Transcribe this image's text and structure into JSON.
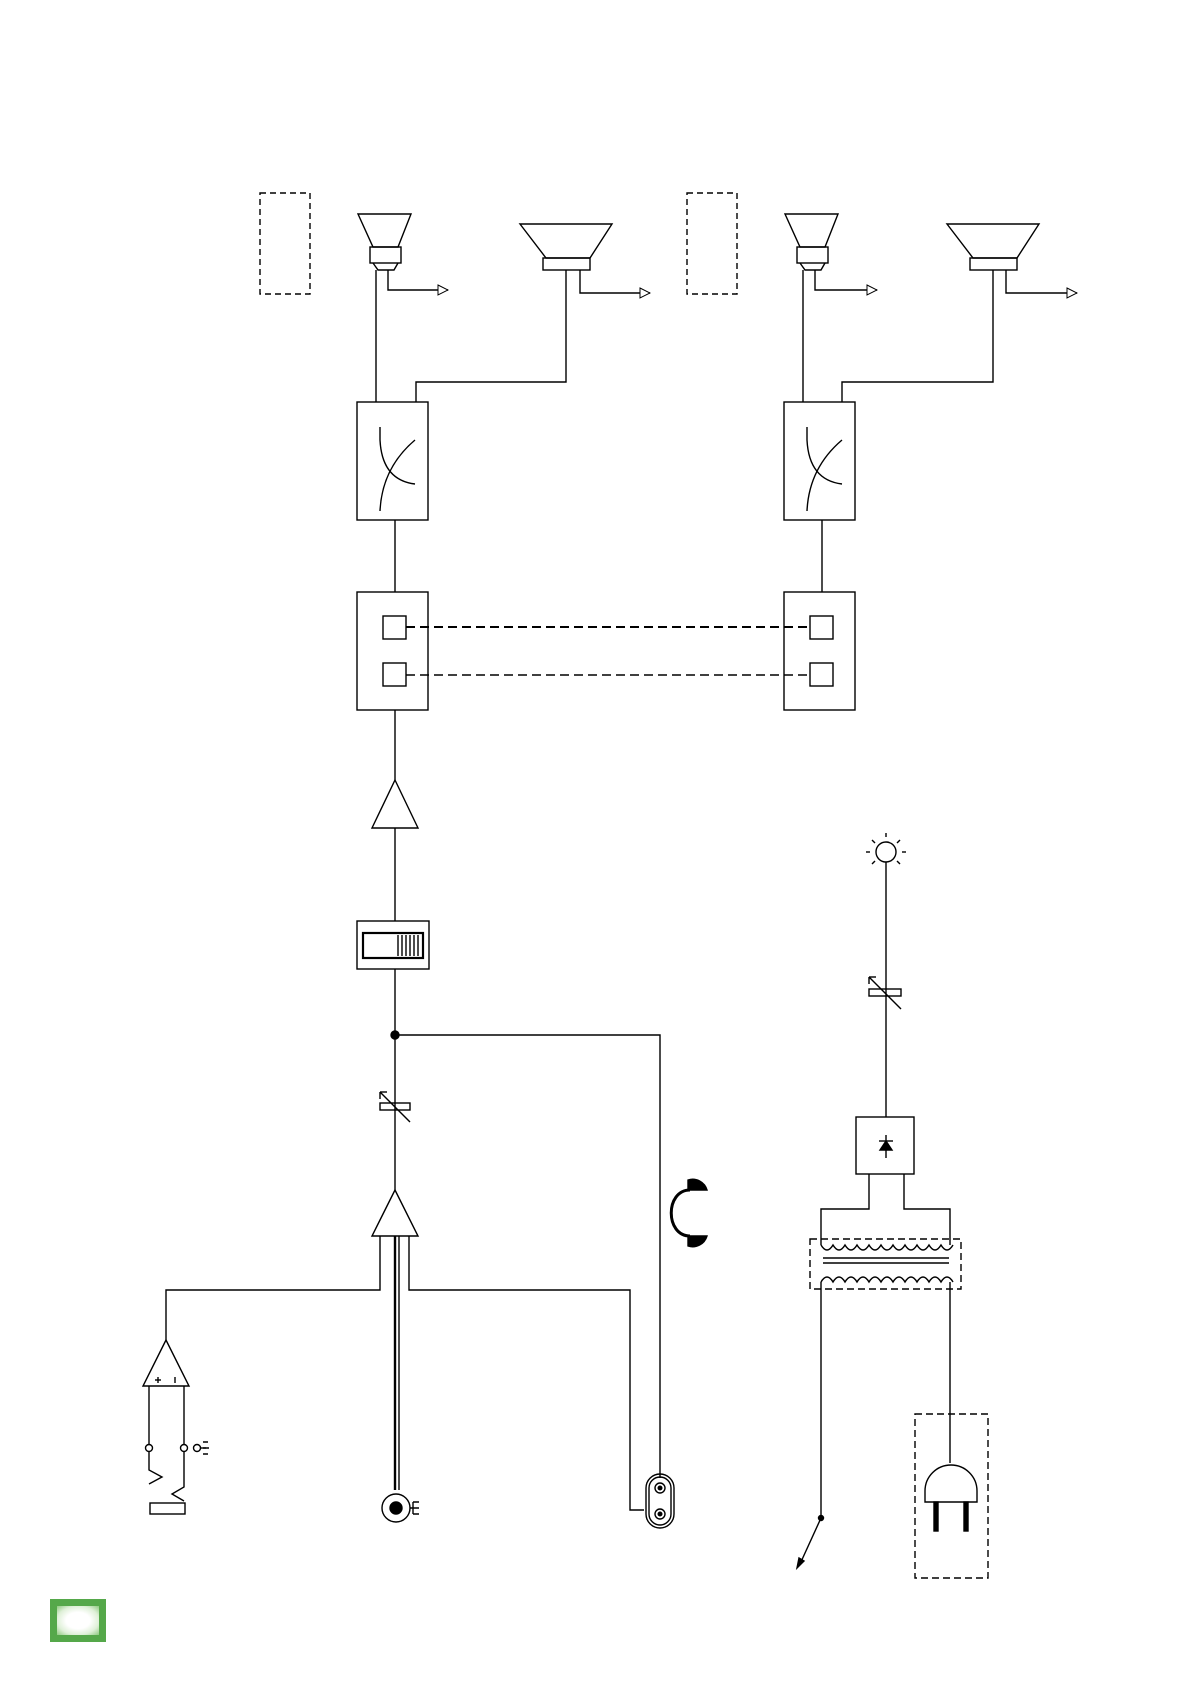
{
  "diagram": {
    "type": "block-diagram",
    "colors": {
      "line": "#000000",
      "page": "#ffffff",
      "badge": "#55a84a"
    },
    "nodes": [
      {
        "id": "horn-left",
        "icon": "horn-driver-icon"
      },
      {
        "id": "woofer-left",
        "icon": "woofer-speaker-icon"
      },
      {
        "id": "horn-right",
        "icon": "horn-driver-icon"
      },
      {
        "id": "woofer-right",
        "icon": "woofer-speaker-icon"
      },
      {
        "id": "crossover-left",
        "icon": "crossover-icon"
      },
      {
        "id": "crossover-right",
        "icon": "crossover-icon"
      },
      {
        "id": "link-jacks-left",
        "icon": "link-jacks-icon"
      },
      {
        "id": "link-jacks-right",
        "icon": "link-jacks-icon"
      },
      {
        "id": "power-amp",
        "icon": "amplifier-icon"
      },
      {
        "id": "eq-slider",
        "icon": "slider-icon"
      },
      {
        "id": "volume-control",
        "icon": "variable-resistor-icon"
      },
      {
        "id": "preamp",
        "icon": "amplifier-icon"
      },
      {
        "id": "mic-preamp",
        "icon": "balanced-input-amp-icon"
      },
      {
        "id": "xlr-input",
        "icon": "xlr-jack-icon"
      },
      {
        "id": "rca-input",
        "icon": "rca-jack-icon"
      },
      {
        "id": "rca-pair",
        "icon": "rca-pair-icon"
      },
      {
        "id": "headphones",
        "icon": "headphones-icon"
      },
      {
        "id": "power-led",
        "icon": "lamp-icon"
      },
      {
        "id": "led-dimmer",
        "icon": "variable-resistor-icon"
      },
      {
        "id": "rectifier",
        "icon": "rectifier-icon"
      },
      {
        "id": "transformer",
        "icon": "transformer-icon"
      },
      {
        "id": "ac-plug",
        "icon": "ac-plug-icon"
      },
      {
        "id": "power-switch",
        "icon": "switch-icon"
      },
      {
        "id": "badge",
        "icon": "badge-icon"
      }
    ]
  }
}
